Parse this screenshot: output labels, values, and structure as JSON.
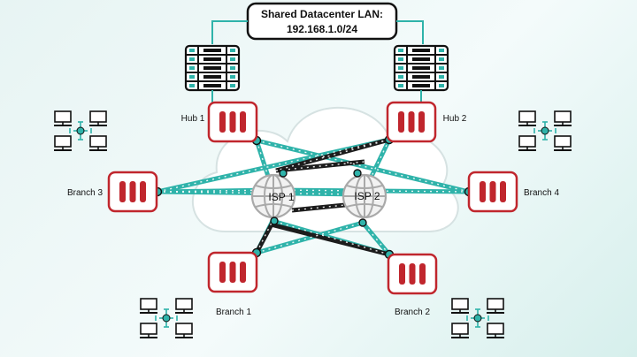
{
  "title": {
    "line1": "Shared Datacenter LAN:",
    "line2": "192.168.1.0/24"
  },
  "isps": [
    {
      "label": "ISP 1"
    },
    {
      "label": "ISP 2"
    }
  ],
  "devices": [
    {
      "label": "Hub 1"
    },
    {
      "label": "Hub 2"
    },
    {
      "label": "Branch 3"
    },
    {
      "label": "Branch 4"
    },
    {
      "label": "Branch 1"
    },
    {
      "label": "Branch 2"
    }
  ],
  "colors": {
    "teal": "#2fb3aa",
    "firewall_red": "#c0262d",
    "dark_link": "#1c1c1c",
    "cloud": "#ffffff"
  }
}
